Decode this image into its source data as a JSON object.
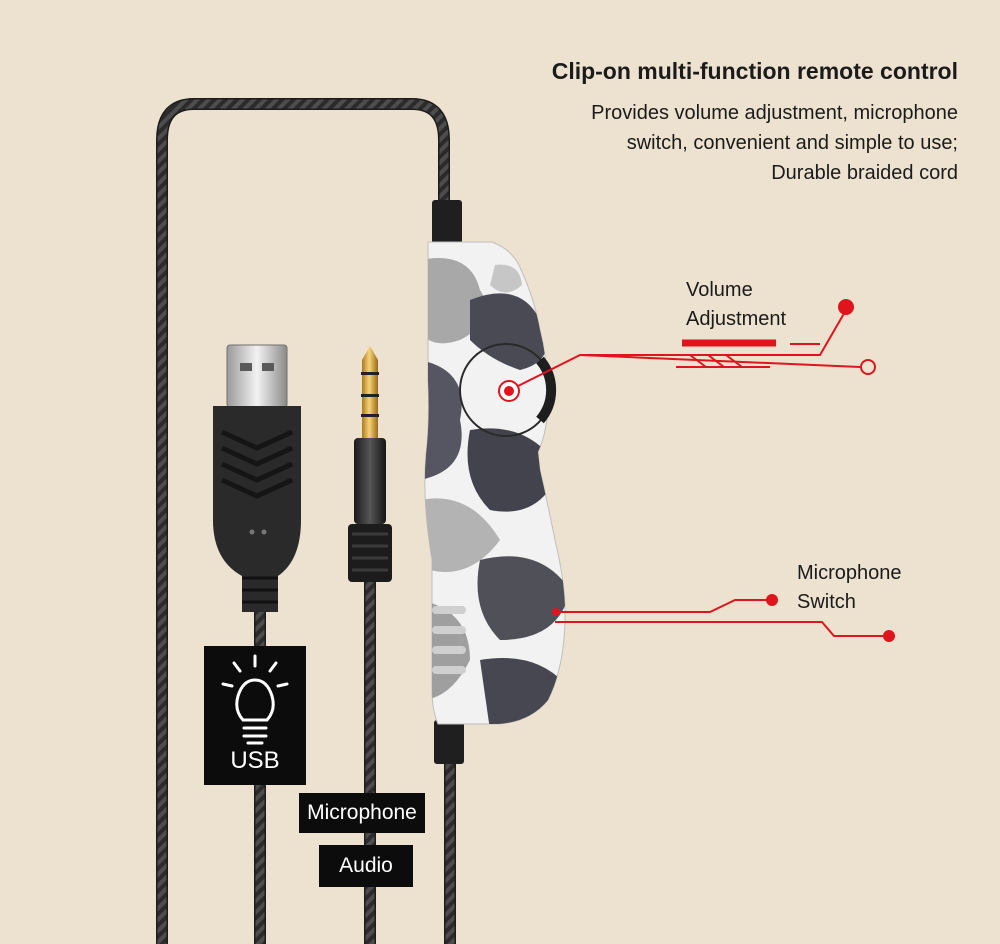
{
  "header": {
    "title": "Clip-on multi-function remote control",
    "description": [
      "Provides volume adjustment, microphone",
      "switch, convenient and simple to use;",
      "Durable braided cord"
    ]
  },
  "callouts": {
    "volume": [
      "Volume",
      "Adjustment"
    ],
    "microphone": [
      "Microphone",
      "Switch"
    ]
  },
  "badges": {
    "usb": {
      "label": "USB",
      "icon": "light-bulb-icon"
    },
    "microphone": "Microphone",
    "audio": "Audio"
  },
  "colors": {
    "background": "#ece2cf",
    "accent": "#e0141c",
    "cable": "#2a2a2a",
    "badge": "#0c0c0c"
  }
}
